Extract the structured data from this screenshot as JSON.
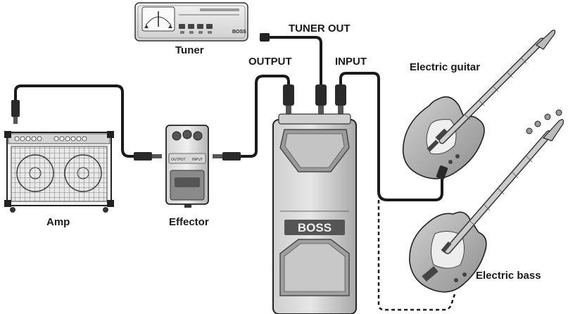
{
  "labels": {
    "tuner": "Tuner",
    "tuner_out": "TUNER OUT",
    "output": "OUTPUT",
    "input": "INPUT",
    "electric_guitar": "Electric guitar",
    "amp": "Amp",
    "effector": "Effector",
    "electric_bass": "Electric bass"
  },
  "device_text": {
    "tuner_brand": "BOSS",
    "pedal_brand": "BOSS",
    "effector_output": "OUTPUT",
    "effector_input": "INPUT"
  }
}
